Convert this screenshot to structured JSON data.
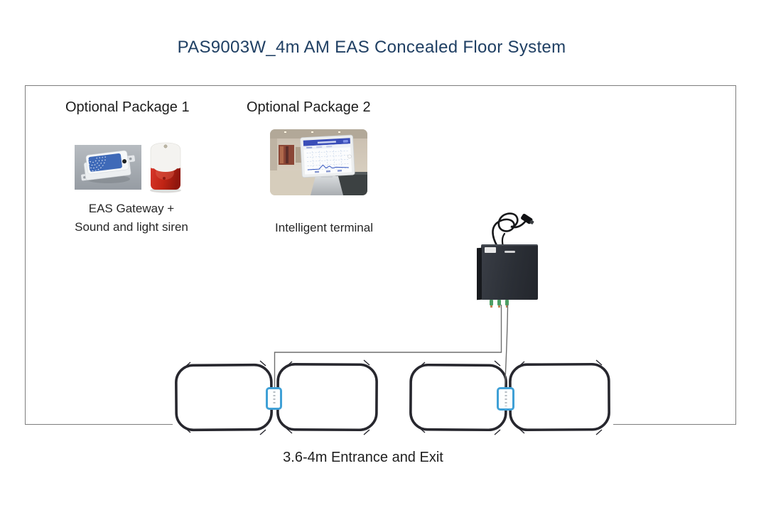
{
  "title": "PAS9003W_4m AM EAS Concealed Floor System",
  "packages": {
    "package1": {
      "label": "Optional Package 1",
      "caption_line1": "EAS Gateway +",
      "caption_line2": "Sound and light siren"
    },
    "package2": {
      "label": "Optional Package 2",
      "caption": "Intelligent terminal"
    }
  },
  "floor": {
    "caption": "3.6-4m Entrance and Exit",
    "loop_count": 4,
    "connector_count": 2
  },
  "icons": [
    "eas-gateway-photo",
    "siren-photo",
    "intelligent-terminal-photo",
    "controller-unit",
    "power-cord-icon",
    "detection-loop",
    "loop-connector"
  ],
  "colors": {
    "title_text": "#1f3f63",
    "body_text": "#262626",
    "frame_border": "#7d7d7d",
    "loop_stroke": "#27272e",
    "connector_blue": "#3fa0d6",
    "controller_body": "#2d3138",
    "siren_red": "#c02a1e",
    "gateway_blue": "#3f6ab8"
  }
}
